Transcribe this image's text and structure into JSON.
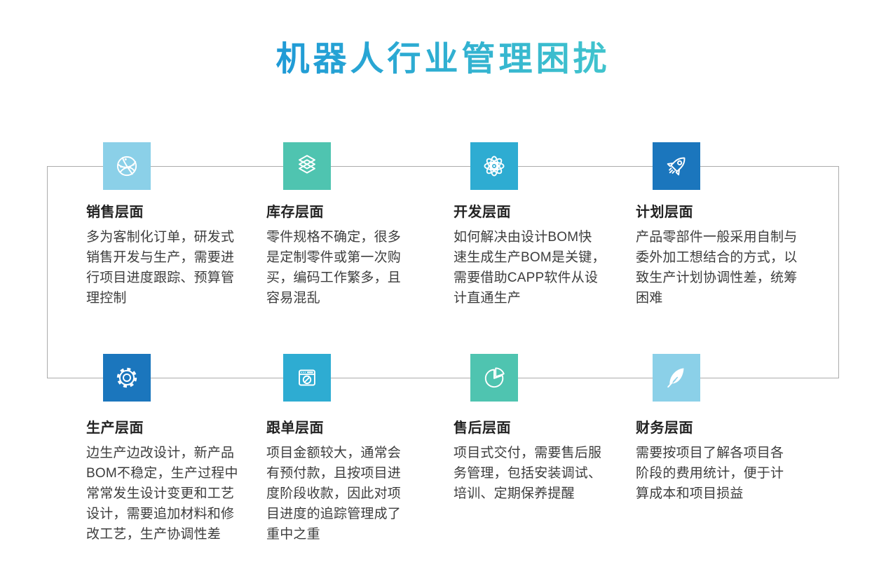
{
  "page": {
    "title": "机器人行业管理困扰"
  },
  "theme": {
    "title_gradient_start": "#1F9AD6",
    "title_gradient_end": "#41C4CD",
    "connector_color": "#ACACAC",
    "heading_color": "#222222",
    "body_color": "#3D3D3D",
    "palette": {
      "light_blue": "#8BD0E8",
      "teal": "#4FC4B0",
      "cyan": "#2EACD2",
      "blue": "#1B76BD"
    }
  },
  "sections": [
    {
      "id": "sales",
      "icon": "network-globe-icon",
      "color": "#8BD0E8",
      "title": "销售层面",
      "body": "多为客制化订单，研发式\n销售开发与生产，需要进\n行项目进度跟踪、预算管\n理控制"
    },
    {
      "id": "inventory",
      "icon": "layers-icon",
      "color": "#4FC4B0",
      "title": "库存层面",
      "body": "零件规格不确定，很多\n是定制零件或第一次购\n买，编码工作繁多，且\n容易混乱"
    },
    {
      "id": "development",
      "icon": "atom-icon",
      "color": "#2EACD2",
      "title": "开发层面",
      "body": "如何解决由设计BOM快\n速生成生产BOM是关键，\n需要借助CAPP软件从设\n计直通生产"
    },
    {
      "id": "planning",
      "icon": "rocket-icon",
      "color": "#1B76BD",
      "title": "计划层面",
      "body": "产品零部件一般采用自制与\n委外加工想结合的方式，以\n致生产计划协调性差，统筹\n困难"
    },
    {
      "id": "production",
      "icon": "gear-icon",
      "color": "#1B76BD",
      "title": "生产层面",
      "body": "边生产边改设计，新产品\nBOM不稳定，生产过程中\n常常发生设计变更和工艺\n设计，需要追加材料和修\n改工艺，生产协调性差"
    },
    {
      "id": "order-tracking",
      "icon": "browser-compass-icon",
      "color": "#2EACD2",
      "title": "跟单层面",
      "body": "项目金额较大，通常会\n有预付款，且按项目进\n度阶段收款，因此对项\n目进度的追踪管理成了\n重中之重"
    },
    {
      "id": "after-sales",
      "icon": "pie-chart-icon",
      "color": "#4FC4B0",
      "title": "售后层面",
      "body": "项目式交付，需要售后服\n务管理，包括安装调试、\n培训、定期保养提醒"
    },
    {
      "id": "finance",
      "icon": "feather-icon",
      "color": "#8BD0E8",
      "title": "财务层面",
      "body": "需要按项目了解各项目各\n阶段的费用统计，便于计\n算成本和项目损益"
    }
  ]
}
